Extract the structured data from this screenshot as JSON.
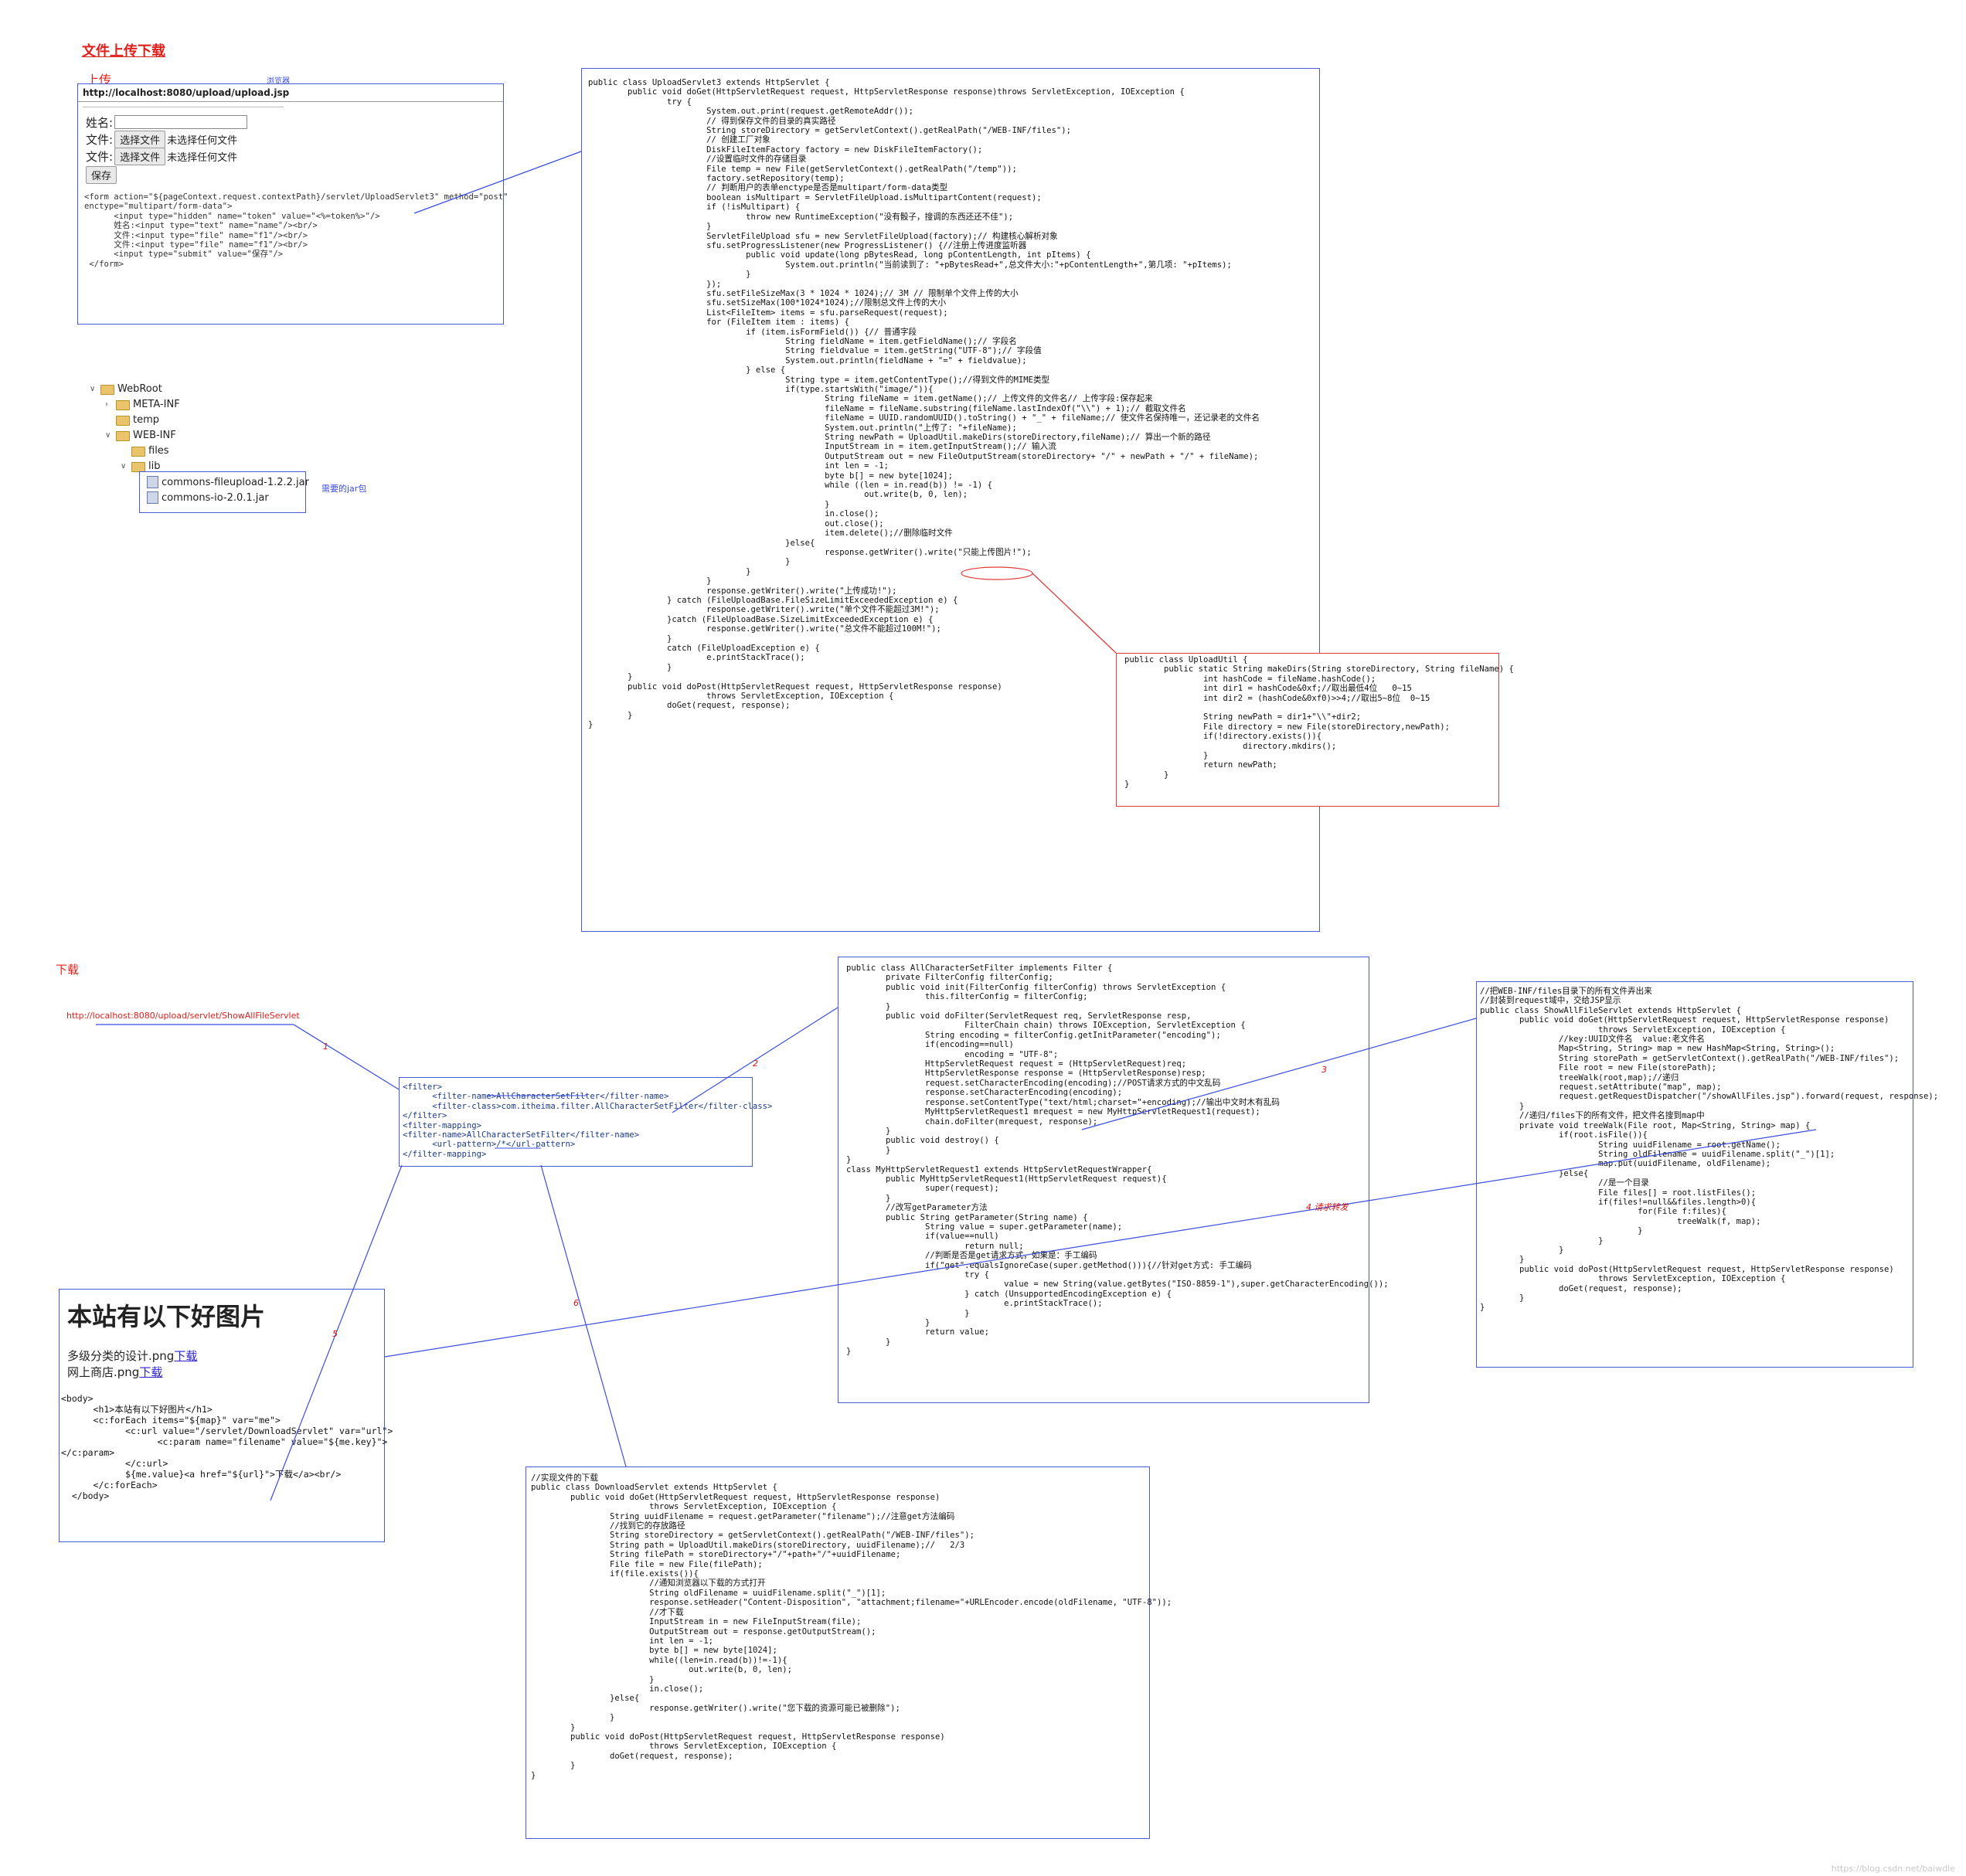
{
  "upload_section": {
    "title": "文件上传下载",
    "subtitle": "上传",
    "browser_note": "浏览器",
    "browser_url": "http://localhost:8080/upload/upload.jsp",
    "form": {
      "name_label": "姓名:",
      "file_label_1": "文件:",
      "file_label_2": "文件:",
      "choose_btn": "选择文件",
      "no_file": "未选择任何文件",
      "save_btn": "保存"
    },
    "form_code": "<form action=\"${pageContext.request.contextPath}/servlet/UploadServlet3\" method=\"post\"\nenctype=\"multipart/form-data\">\n      <input type=\"hidden\" name=\"token\" value=\"<%=token%>\"/>\n      姓名:<input type=\"text\" name=\"name\"/><br/>\n      文件:<input type=\"file\" name=\"f1\"/><br/>\n      文件:<input type=\"file\" name=\"f1\"/><br/>\n      <input type=\"submit\" value=\"保存\"/>\n </form>"
  },
  "project_tree": {
    "items": [
      "WebRoot",
      "META-INF",
      "temp",
      "WEB-INF",
      "files",
      "lib"
    ],
    "jars": [
      "commons-fileupload-1.2.2.jar",
      "commons-io-2.0.1.jar"
    ],
    "note": "需要的jar包"
  },
  "upload_servlet_code": "public class UploadServlet3 extends HttpServlet {\n        public void doGet(HttpServletRequest request, HttpServletResponse response)throws ServletException, IOException {\n                try {\n                        System.out.print(request.getRemoteAddr());\n                        // 得到保存文件的目录的真实路径\n                        String storeDirectory = getServletContext().getRealPath(\"/WEB-INF/files\");\n                        // 创建工厂对象\n                        DiskFileItemFactory factory = new DiskFileItemFactory();\n                        //设置临时文件的存储目录\n                        File temp = new File(getServletContext().getRealPath(\"/temp\"));\n                        factory.setRepository(temp);\n                        // 判断用户的表单enctype是否是multipart/form-data类型\n                        boolean isMultipart = ServletFileUpload.isMultipartContent(request);\n                        if (!isMultipart) {\n                                throw new RuntimeException(\"没有骰子，搜调的东西还还不佳\");\n                        }\n                        ServletFileUpload sfu = new ServletFileUpload(factory);// 构建核心解析对象\n                        sfu.setProgressListener(new ProgressListener() {//注册上传进度监听器\n                                public void update(long pBytesRead, long pContentLength, int pItems) {\n                                        System.out.println(\"当前读到了: \"+pBytesRead+\",总文件大小:\"+pContentLength+\",第几项: \"+pItems);\n                                }\n                        });\n                        sfu.setFileSizeMax(3 * 1024 * 1024);// 3M // 限制单个文件上传的大小\n                        sfu.setSizeMax(100*1024*1024);//限制总文件上传的大小\n                        List<FileItem> items = sfu.parseRequest(request);\n                        for (FileItem item : items) {\n                                if (item.isFormField()) {// 普通字段\n                                        String fieldName = item.getFieldName();// 字段名\n                                        String fieldvalue = item.getString(\"UTF-8\");// 字段值\n                                        System.out.println(fieldName + \"=\" + fieldvalue);\n                                } else {\n                                        String type = item.getContentType();//得到文件的MIME类型\n                                        if(type.startsWith(\"image/\")){\n                                                String fileName = item.getName();// 上传文件的文件名// 上传字段:保存起来\n                                                fileName = fileName.substring(fileName.lastIndexOf(\"\\\\\") + 1);// 截取文件名\n                                                fileName = UUID.randomUUID().toString() + \"_\" + fileName;// 使文件名保持唯一，还记录老的文件名\n                                                System.out.println(\"上传了: \"+fileName);\n                                                String newPath = UploadUtil.makeDirs(storeDirectory,fileName);// 算出一个新的路径\n                                                InputStream in = item.getInputStream();// 输入流\n                                                OutputStream out = new FileOutputStream(storeDirectory+ \"/\" + newPath + \"/\" + fileName);\n                                                int len = -1;\n                                                byte b[] = new byte[1024];\n                                                while ((len = in.read(b)) != -1) {\n                                                        out.write(b, 0, len);\n                                                }\n                                                in.close();\n                                                out.close();\n                                                item.delete();//删除临时文件\n                                        }else{\n                                                response.getWriter().write(\"只能上传图片!\");\n                                        }\n                                }\n                        }\n                        response.getWriter().write(\"上传成功!\");\n                } catch (FileUploadBase.FileSizeLimitExceededException e) {\n                        response.getWriter().write(\"单个文件不能超过3M!\");\n                }catch (FileUploadBase.SizeLimitExceededException e) {\n                        response.getWriter().write(\"总文件不能超过100M!\");\n                }\n                catch (FileUploadException e) {\n                        e.printStackTrace();\n                }\n        }\n        public void doPost(HttpServletRequest request, HttpServletResponse response)\n                        throws ServletException, IOException {\n                doGet(request, response);\n        }\n}",
  "upload_util_code": "public class UploadUtil {\n        public static String makeDirs(String storeDirectory, String fileName) {\n                int hashCode = fileName.hashCode();\n                int dir1 = hashCode&0xf;//取出最低4位   0~15\n                int dir2 = (hashCode&0xf0)>>4;//取出5~8位  0~15\n\n                String newPath = dir1+\"\\\\\"+dir2;\n                File directory = new File(storeDirectory,newPath);\n                if(!directory.exists()){\n                        directory.mkdirs();\n                }\n                return newPath;\n        }\n}",
  "download_section": {
    "title": "下载",
    "url": "http://localhost:8080/upload/servlet/ShowAllFileServlet"
  },
  "filter_mapping_code": "<filter>\n      <filter-name>AllCharacterSetFilter</filter-name>\n      <filter-class>com.itheima.filter.AllCharacterSetFilter</filter-class>\n</filter>\n<filter-mapping>\n<filter-name>AllCharacterSetFilter</filter-name>\n      <url-pattern>/*</url-pattern>\n</filter-mapping>",
  "filter_code": "public class AllCharacterSetFilter implements Filter {\n        private FilterConfig filterConfig;\n        public void init(FilterConfig filterConfig) throws ServletException {\n                this.filterConfig = filterConfig;\n        }\n        public void doFilter(ServletRequest req, ServletResponse resp,\n                        FilterChain chain) throws IOException, ServletException {\n                String encoding = filterConfig.getInitParameter(\"encoding\");\n                if(encoding==null)\n                        encoding = \"UTF-8\";\n                HttpServletRequest request = (HttpServletRequest)req;\n                HttpServletResponse response = (HttpServletResponse)resp;\n                request.setCharacterEncoding(encoding);//POST请求方式的中文乱码\n                response.setCharacterEncoding(encoding);\n                response.setContentType(\"text/html;charset=\"+encoding);//输出中文时木有乱码\n                MyHttpServletRequest1 mrequest = new MyHttpServletRequest1(request);\n                chain.doFilter(mrequest, response);\n        }\n        public void destroy() {\n        }\n}\nclass MyHttpServletRequest1 extends HttpServletRequestWrapper{\n        public MyHttpServletRequest1(HttpServletRequest request){\n                super(request);\n        }\n        //改写getParameter方法\n        public String getParameter(String name) {\n                String value = super.getParameter(name);\n                if(value==null)\n                        return null;\n                //判断是否是get请求方式，如果是：手工编码\n                if(\"get\".equalsIgnoreCase(super.getMethod())){//针对get方式: 手工编码\n                        try {\n                                value = new String(value.getBytes(\"ISO-8859-1\"),super.getCharacterEncoding());\n                        } catch (UnsupportedEncodingException e) {\n                                e.printStackTrace();\n                        }\n                }\n                return value;\n        }\n}",
  "show_all_code": "//把WEB-INF/files目录下的所有文件弄出来\n//封装到request域中，交给JSP显示\npublic class ShowAllFileServlet extends HttpServlet {\n        public void doGet(HttpServletRequest request, HttpServletResponse response)\n                        throws ServletException, IOException {\n                //key:UUID文件名  value:老文件名\n                Map<String, String> map = new HashMap<String, String>();\n                String storePath = getServletContext().getRealPath(\"/WEB-INF/files\");\n                File root = new File(storePath);\n                treeWalk(root,map);//递归\n                request.setAttribute(\"map\", map);\n                request.getRequestDispatcher(\"/showAllFiles.jsp\").forward(request, response);\n        }\n        //递归/files下的所有文件，把文件名搜到map中\n        private void treeWalk(File root, Map<String, String> map) {\n                if(root.isFile()){\n                        String uuidFilename = root.getName();\n                        String oldFilename = uuidFilename.split(\"_\")[1];\n                        map.put(uuidFilename, oldFilename);\n                }else{\n                        //是一个目录\n                        File files[] = root.listFiles();\n                        if(files!=null&&files.length>0){\n                                for(File f:files){\n                                        treeWalk(f, map);\n                                }\n                        }\n                }\n        }\n        public void doPost(HttpServletRequest request, HttpServletResponse response)\n                        throws ServletException, IOException {\n                doGet(request, response);\n        }\n}",
  "jsp_page": {
    "heading": "本站有以下好图片",
    "items": [
      {
        "name": "多级分类的设计.png",
        "link": "下载"
      },
      {
        "name": "网上商店.png",
        "link": "下载"
      }
    ],
    "code": "<body>\n      <h1>本站有以下好图片</h1>\n      <c:forEach items=\"${map}\" var=\"me\">\n            <c:url value=\"/servlet/DownloadServlet\" var=\"url\">\n                  <c:param name=\"filename\" value=\"${me.key}\">\n</c:param>\n            </c:url>\n            ${me.value}<a href=\"${url}\">下载</a><br/>\n      </c:forEach>\n  </body>"
  },
  "download_code": "//实现文件的下载\npublic class DownloadServlet extends HttpServlet {\n        public void doGet(HttpServletRequest request, HttpServletResponse response)\n                        throws ServletException, IOException {\n                String uuidFilename = request.getParameter(\"filename\");//注意get方法编码\n                //找到它的存放路径\n                String storeDirectory = getServletContext().getRealPath(\"/WEB-INF/files\");\n                String path = UploadUtil.makeDirs(storeDirectory, uuidFilename);//   2/3\n                String filePath = storeDirectory+\"/\"+path+\"/\"+uuidFilename;\n                File file = new File(filePath);\n                if(file.exists()){\n                        //通知浏览器以下载的方式打开\n                        String oldFilename = uuidFilename.split(\"_\")[1];\n                        response.setHeader(\"Content-Disposition\", \"attachment;filename=\"+URLEncoder.encode(oldFilename, \"UTF-8\"));\n                        //才下载\n                        InputStream in = new FileInputStream(file);\n                        OutputStream out = response.getOutputStream();\n                        int len = -1;\n                        byte b[] = new byte[1024];\n                        while((len=in.read(b))!=-1){\n                                out.write(b, 0, len);\n                        }\n                        in.close();\n                }else{\n                        response.getWriter().write(\"您下载的资源可能已被删除\");\n                }\n        }\n        public void doPost(HttpServletRequest request, HttpServletResponse response)\n                        throws ServletException, IOException {\n                doGet(request, response);\n        }\n}",
  "flow_labels": [
    "1",
    "2",
    "3",
    "4 请求转发",
    "5",
    "6"
  ],
  "watermark": "https://blog.csdn.net/baiwdle",
  "colors": {
    "box_border": "#4a5bd6",
    "red": "#e23b3b",
    "title_red": "#e0201c"
  }
}
